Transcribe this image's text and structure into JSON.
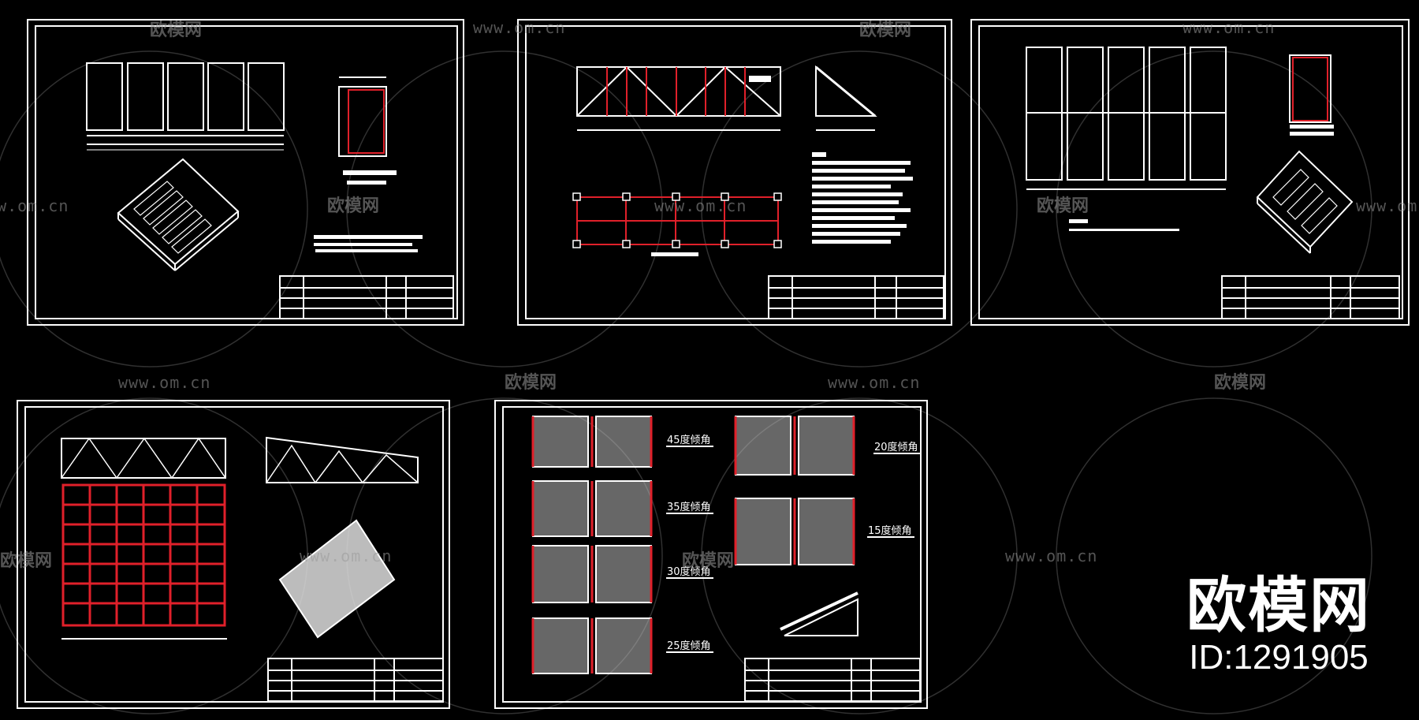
{
  "watermark": {
    "brand_text": "欧模网",
    "url_text": "www.om.cn"
  },
  "brand_badge": {
    "logo_text": "欧模网",
    "id_text": "ID:1291905"
  },
  "sheet_e": {
    "tilt_labels": [
      "45度倾角",
      "35度倾角",
      "30度倾角",
      "25度倾角",
      "20度倾角",
      "15度倾角"
    ]
  },
  "colors": {
    "background": "#000000",
    "line": "#ffffff",
    "accent": "#e0202a",
    "watermark": "#9a9a9a"
  }
}
